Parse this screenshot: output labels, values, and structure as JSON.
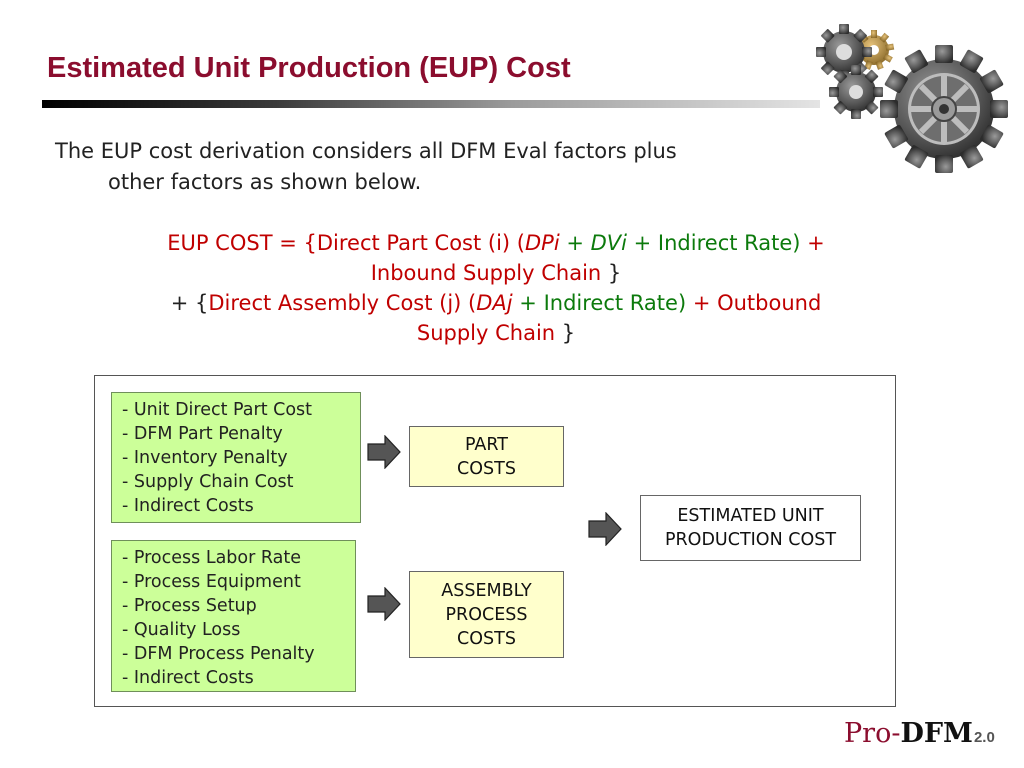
{
  "slide": {
    "title": "Estimated Unit Production (EUP) Cost",
    "intro_line1": "The EUP cost derivation considers all DFM Eval factors plus",
    "intro_line2": "other factors as shown below."
  },
  "formula": {
    "l1_eup": "EUP COST = {",
    "l1_direct": "Direct Part Cost (i) (",
    "l1_dpi": "DPi",
    "l1_plus": " + ",
    "l1_dvi": "DVi",
    "l1_indirect": " + Indirect Rate)",
    "l1_tail": " +",
    "l2_inbound": "Inbound Supply Chain",
    "l2_close": " }",
    "l3_open": "+ {",
    "l3_direct": "Direct Assembly Cost (j) (",
    "l3_daj": "DAj",
    "l3_indirect": " + Indirect Rate)",
    "l3_outbound": " + Outbound",
    "l4_supply": "Supply Chain",
    "l4_close": " }"
  },
  "diagram": {
    "part_factors": [
      "- Unit Direct Part Cost",
      "- DFM Part Penalty",
      "- Inventory Penalty",
      "- Supply Chain Cost",
      "- Indirect Costs"
    ],
    "process_factors": [
      "- Process Labor Rate",
      "- Process Equipment",
      "- Process Setup",
      "- Quality Loss",
      "- DFM Process Penalty",
      "- Indirect Costs"
    ],
    "part_costs": "PART\nCOSTS",
    "assembly_costs": "ASSEMBLY\nPROCESS\nCOSTS",
    "eup_result": "ESTIMATED UNIT\nPRODUCTION COST"
  },
  "logo": {
    "pro": "Pro-",
    "dfm": "DFM",
    "version": "2.0"
  },
  "colors": {
    "title": "#8b0d2e",
    "red_text": "#c00000",
    "green_text": "#0c7a0c",
    "factor_box": "#ccff99",
    "cost_box": "#ffffcc"
  }
}
